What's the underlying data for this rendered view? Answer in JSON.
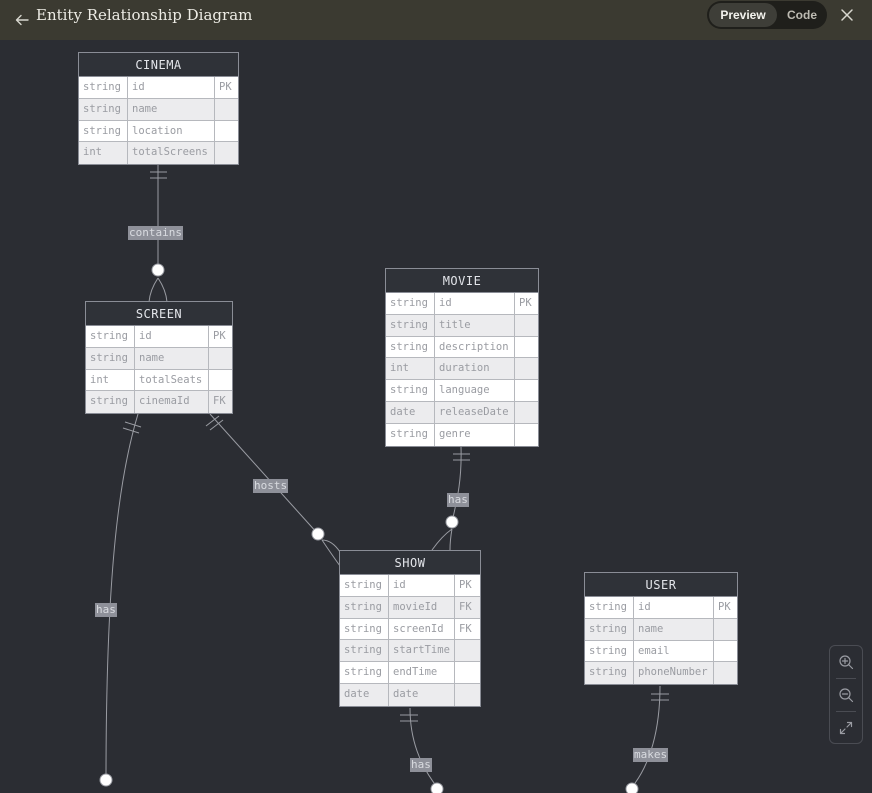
{
  "header": {
    "title": "Entity Relationship Diagram",
    "preview_label": "Preview",
    "code_label": "Code"
  },
  "entities": {
    "cinema": {
      "name": "CINEMA",
      "fields": [
        {
          "type": "string",
          "name": "id",
          "key": "PK"
        },
        {
          "type": "string",
          "name": "name",
          "key": ""
        },
        {
          "type": "string",
          "name": "location",
          "key": ""
        },
        {
          "type": "int",
          "name": "totalScreens",
          "key": ""
        }
      ]
    },
    "screen": {
      "name": "SCREEN",
      "fields": [
        {
          "type": "string",
          "name": "id",
          "key": "PK"
        },
        {
          "type": "string",
          "name": "name",
          "key": ""
        },
        {
          "type": "int",
          "name": "totalSeats",
          "key": ""
        },
        {
          "type": "string",
          "name": "cinemaId",
          "key": "FK"
        }
      ]
    },
    "movie": {
      "name": "MOVIE",
      "fields": [
        {
          "type": "string",
          "name": "id",
          "key": "PK"
        },
        {
          "type": "string",
          "name": "title",
          "key": ""
        },
        {
          "type": "string",
          "name": "description",
          "key": ""
        },
        {
          "type": "int",
          "name": "duration",
          "key": ""
        },
        {
          "type": "string",
          "name": "language",
          "key": ""
        },
        {
          "type": "date",
          "name": "releaseDate",
          "key": ""
        },
        {
          "type": "string",
          "name": "genre",
          "key": ""
        }
      ]
    },
    "show": {
      "name": "SHOW",
      "fields": [
        {
          "type": "string",
          "name": "id",
          "key": "PK"
        },
        {
          "type": "string",
          "name": "movieId",
          "key": "FK"
        },
        {
          "type": "string",
          "name": "screenId",
          "key": "FK"
        },
        {
          "type": "string",
          "name": "startTime",
          "key": ""
        },
        {
          "type": "string",
          "name": "endTime",
          "key": ""
        },
        {
          "type": "date",
          "name": "date",
          "key": ""
        }
      ]
    },
    "user": {
      "name": "USER",
      "fields": [
        {
          "type": "string",
          "name": "id",
          "key": "PK"
        },
        {
          "type": "string",
          "name": "name",
          "key": ""
        },
        {
          "type": "string",
          "name": "email",
          "key": ""
        },
        {
          "type": "string",
          "name": "phoneNumber",
          "key": ""
        }
      ]
    }
  },
  "relationships": {
    "contains": "contains",
    "screen_has": "has",
    "hosts": "hosts",
    "movie_has": "has",
    "show_has": "has",
    "makes": "makes"
  },
  "icons": {
    "back": "arrow-left-icon",
    "close": "close-icon",
    "zoom_in": "zoom-in-icon",
    "zoom_out": "zoom-out-icon",
    "fit": "expand-icon"
  },
  "colors": {
    "canvas": "#2b2d33",
    "topbar": "#3b3a31",
    "edge": "#9a9ca3",
    "label_bg": "#8e9099"
  }
}
